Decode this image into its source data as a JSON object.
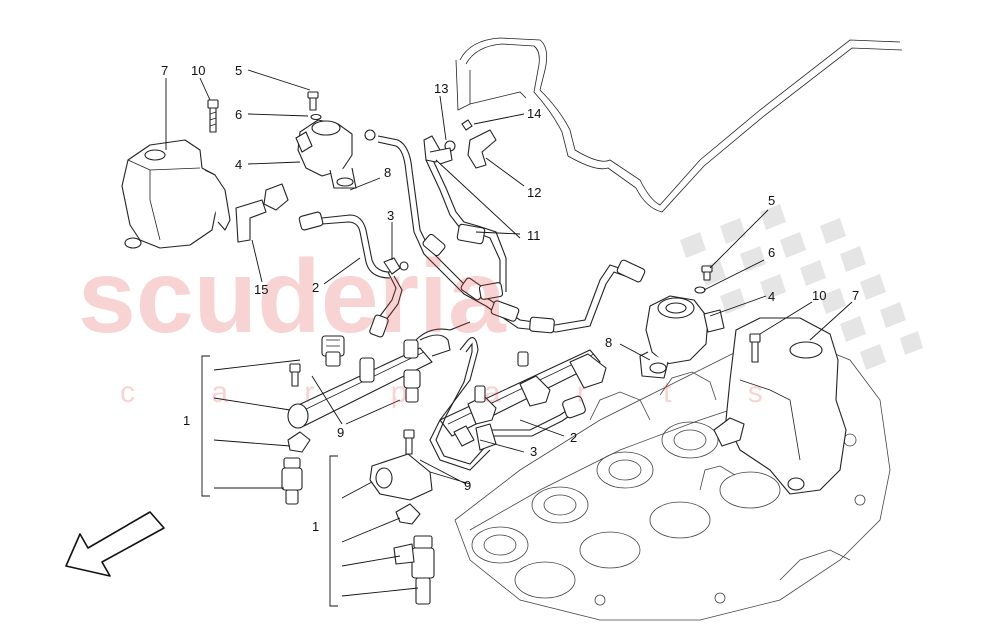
{
  "watermark": {
    "brand": "scuderia",
    "sub": "c a r p a r t s",
    "color": "#e43b3b"
  },
  "callouts": [
    {
      "id": "c7a",
      "label": "7"
    },
    {
      "id": "c10a",
      "label": "10"
    },
    {
      "id": "c5a",
      "label": "5"
    },
    {
      "id": "c6a",
      "label": "6"
    },
    {
      "id": "c4a",
      "label": "4"
    },
    {
      "id": "c8a",
      "label": "8"
    },
    {
      "id": "c3a",
      "label": "3"
    },
    {
      "id": "c2a",
      "label": "2"
    },
    {
      "id": "c15",
      "label": "15"
    },
    {
      "id": "c13",
      "label": "13"
    },
    {
      "id": "c14",
      "label": "14"
    },
    {
      "id": "c12",
      "label": "12"
    },
    {
      "id": "c11",
      "label": "11"
    },
    {
      "id": "c5b",
      "label": "5"
    },
    {
      "id": "c6b",
      "label": "6"
    },
    {
      "id": "c4b",
      "label": "4"
    },
    {
      "id": "c10b",
      "label": "10"
    },
    {
      "id": "c7b",
      "label": "7"
    },
    {
      "id": "c8b",
      "label": "8"
    },
    {
      "id": "c1a",
      "label": "1"
    },
    {
      "id": "c9a",
      "label": "9"
    },
    {
      "id": "c2b",
      "label": "2"
    },
    {
      "id": "c3b",
      "label": "3"
    },
    {
      "id": "c9b",
      "label": "9"
    },
    {
      "id": "c1b",
      "label": "1"
    }
  ]
}
